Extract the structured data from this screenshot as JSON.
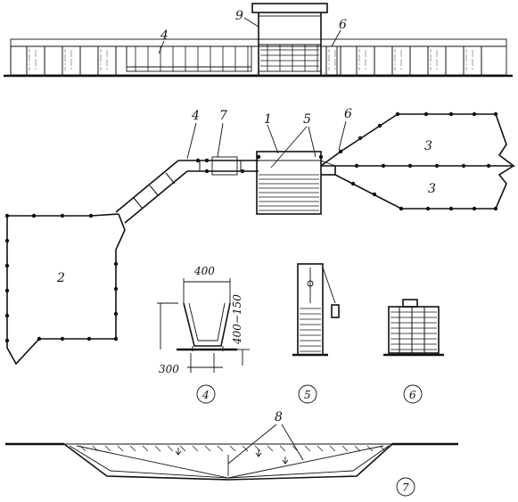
{
  "labels": {
    "elevation": {
      "pen": "4",
      "roof": "9",
      "gate": "6"
    },
    "plan": {
      "pen": "4",
      "gate7": "7",
      "chamber": "1",
      "dip": "5",
      "gate6": "6",
      "yard_upper": "3",
      "yard_lower": "3",
      "yard_big": "2"
    },
    "sections": {
      "circle_a": "4",
      "circle_b": "5",
      "circle_c": "6"
    },
    "dims": {
      "top_width": "400",
      "height": "400−150",
      "bottom_width": "300"
    },
    "bottom": {
      "drain": "8",
      "circle": "7"
    }
  },
  "colors": {
    "ink": "#111111",
    "paper": "#ffffff",
    "stipple": "#555555"
  }
}
